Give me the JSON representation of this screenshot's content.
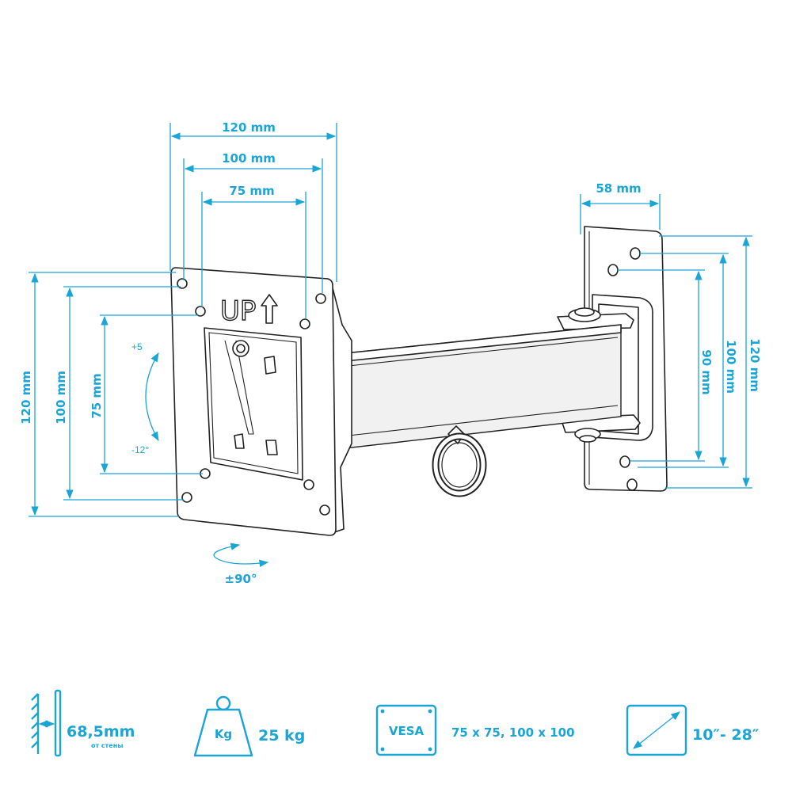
{
  "colors": {
    "accent": "#1aa5d6",
    "ink": "#222222"
  },
  "dimensions": {
    "top_width_120": "120 mm",
    "top_width_100": "100 mm",
    "top_width_75": "75 mm",
    "wall_plate_width": "58 mm",
    "left_height_120": "120 mm",
    "left_height_100": "100 mm",
    "left_height_75": "75 mm",
    "right_height_90": "90 mm",
    "right_height_100": "100 mm",
    "right_height_120": "120 mm"
  },
  "tilt": {
    "up": "+5",
    "down": "-12°"
  },
  "swivel": "±90°",
  "plate_label": "UP",
  "specs": {
    "distance_value": "68,5mm",
    "distance_caption": "от стены",
    "weight_icon_label": "Kg",
    "weight_value": "25 kg",
    "vesa_icon_label": "VESA",
    "vesa_value": "75 x 75, 100 x 100",
    "screen_size": "10″- 28″"
  }
}
